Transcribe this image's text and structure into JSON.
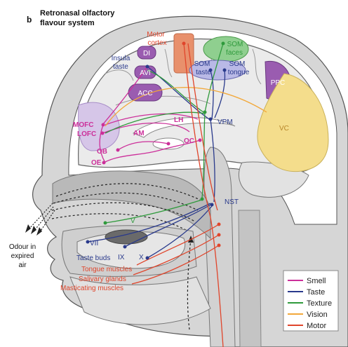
{
  "figure": {
    "letter": "b",
    "title_line1": "Retronasal olfactory",
    "title_line2": "flavour system"
  },
  "labels": {
    "motor_cortex_1": "Motor",
    "motor_cortex_2": "cortex",
    "som_faces_1": "SOM",
    "som_faces_2": "faces",
    "insula_taste_1": "Insula",
    "insula_taste_2": "taste",
    "di": "DI",
    "avi": "AVI",
    "som_taste_1": "SOM",
    "som_taste_2": "taste",
    "som_tongue_1": "SOM",
    "som_tongue_2": "tongue",
    "ppc": "PPC",
    "acc": "ACC",
    "mofc": "MOFC",
    "lofc": "LOFC",
    "am": "AM",
    "lh": "LH",
    "vpm": "VPM",
    "oc": "OC",
    "ob": "OB",
    "oe": "OE",
    "vc": "VC",
    "v": "V",
    "nst": "NST",
    "vii": "VII",
    "ix": "IX",
    "x": "X",
    "odour_1": "Odour in",
    "odour_2": "expired",
    "odour_3": "air",
    "taste_buds": "Taste buds",
    "tongue_muscles": "Tongue muscles",
    "salivary_glands": "Salivary glands",
    "masticating_muscles": "Masticating muscles"
  },
  "legend": [
    {
      "label": "Smell",
      "color": "#cc2f9a"
    },
    {
      "label": "Taste",
      "color": "#2a3a8c"
    },
    {
      "label": "Texture",
      "color": "#2f9a3c"
    },
    {
      "label": "Vision",
      "color": "#f2a83a"
    },
    {
      "label": "Motor",
      "color": "#e0452b"
    }
  ],
  "colors": {
    "smell": "#cc2f9a",
    "taste": "#2a3a8c",
    "texture": "#2f9a3c",
    "vision": "#f2a83a",
    "motor": "#e0452b",
    "brain": "#ebebeb",
    "airway": "#b9b9b9"
  }
}
